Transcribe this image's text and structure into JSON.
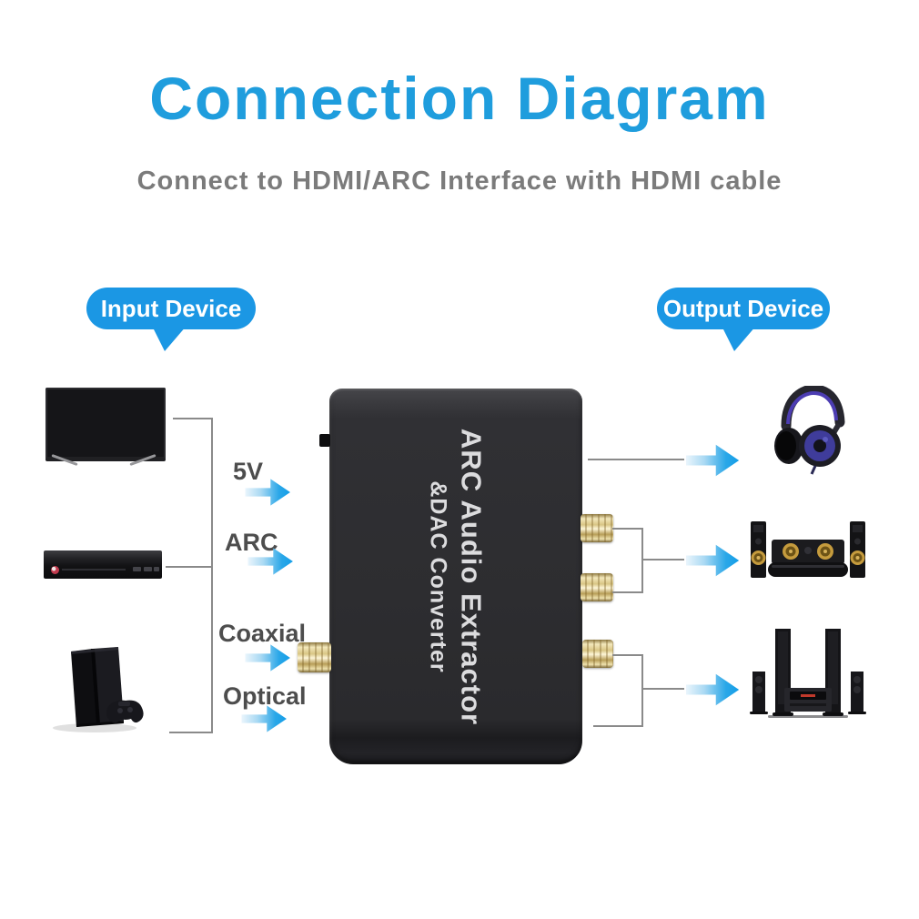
{
  "page": {
    "title": "Connection Diagram",
    "subtitle": "Connect to HDMI/ARC Interface with HDMI cable"
  },
  "callouts": {
    "input": "Input Device",
    "output": "Output Device"
  },
  "converter": {
    "name_line1": "ARC Audio Extractor",
    "name_line2": "&DAC Converter"
  },
  "port_labels": [
    {
      "label": "5V"
    },
    {
      "label": "ARC"
    },
    {
      "label": "Coaxial"
    },
    {
      "label": "Optical"
    }
  ],
  "icons": {
    "inputs": [
      "tv-icon",
      "dvd-player-icon",
      "ps4-console-icon"
    ],
    "outputs": [
      "headphones-icon",
      "speaker-system-icon",
      "home-theater-icon"
    ],
    "connector_ports": [
      "rca-port-right-top",
      "rca-port-right-middle",
      "rca-port-right-bottom",
      "coaxial-port-left"
    ],
    "arrow_style": "blue-right-arrow-icon"
  },
  "colors": {
    "title_blue": "#1f9ddd",
    "bubble_blue": "#1b97e4",
    "arrow_blue_start": "#eaf5fc",
    "arrow_blue_end": "#149ee8",
    "subtitle_gray": "#7b7b7b",
    "label_gray": "#4d4d4d",
    "connector_line_gray": "#8a8a8a",
    "device_body_dark": "#2c2c2f",
    "rca_gold": "#d9c685"
  }
}
